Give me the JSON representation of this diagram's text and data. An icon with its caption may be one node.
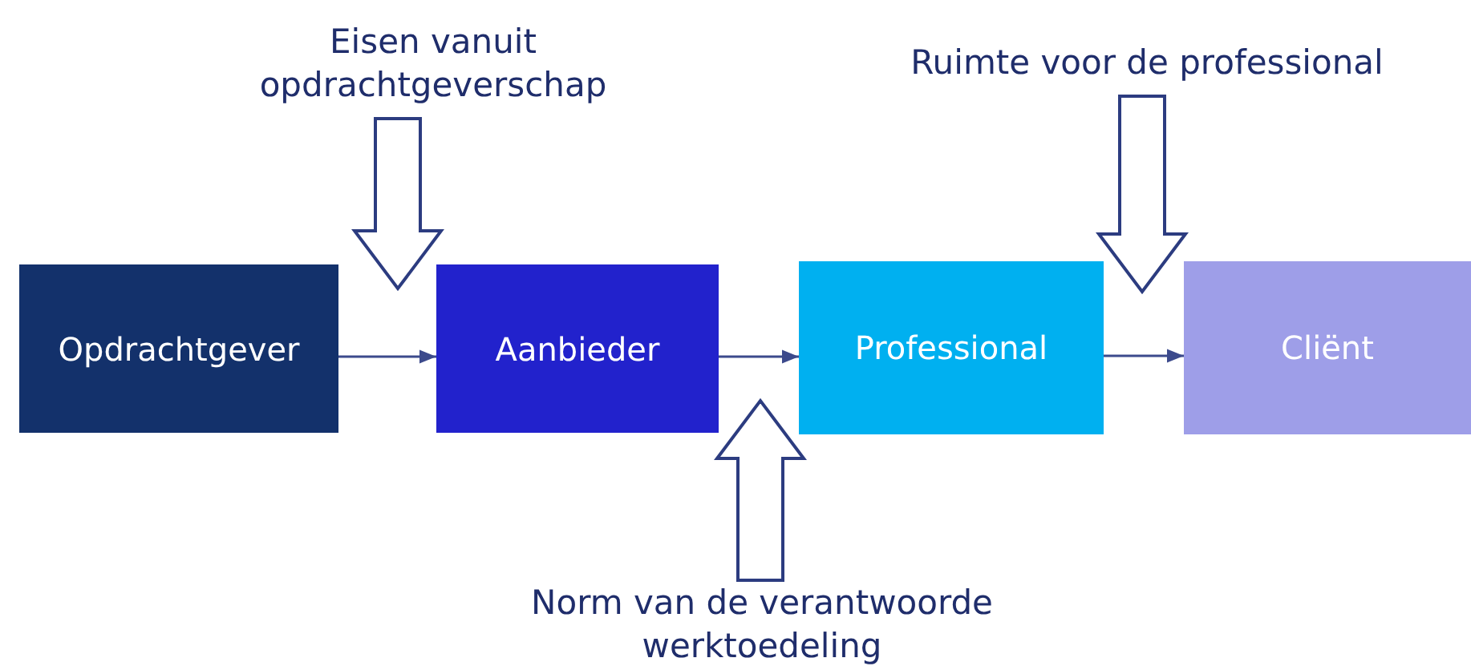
{
  "diagram": {
    "nodes": [
      {
        "text": [
          "Eisen vanuit opdrachtgeverschap"
        ]
      },
      {
        "text": [
          "Ruimte voor de professional"
        ]
      },
      {
        "text": [
          "Opdrachtgever"
        ]
      },
      {
        "text": [
          "Aanbieder"
        ]
      },
      {
        "text": [
          "Professional"
        ]
      },
      {
        "text": [
          "Cliënt"
        ]
      },
      {
        "text": [
          "Norm van de verantwoorde werktoedeling"
        ]
      }
    ],
    "edges": [
      {
        "from": 2,
        "to": 3,
        "arrow": "to"
      },
      {
        "from": 3,
        "to": 4,
        "arrow": "to"
      },
      {
        "from": 4,
        "to": 5,
        "arrow": "to"
      },
      {
        "from": 0,
        "to": null,
        "arrow": "to",
        "style": "thick"
      },
      {
        "from": 1,
        "to": null,
        "arrow": "to",
        "style": "thick"
      },
      {
        "from": 6,
        "to": null,
        "arrow": "to",
        "style": "thick"
      }
    ]
  }
}
